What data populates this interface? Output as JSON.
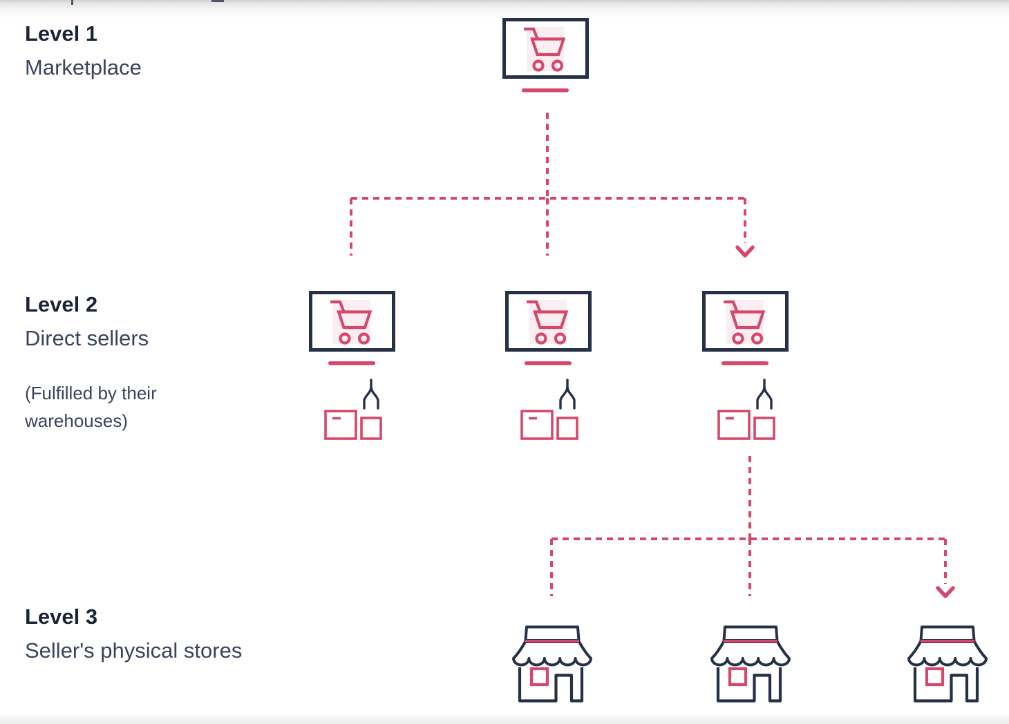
{
  "colors": {
    "pink": "#d5486c",
    "pink_light": "#fbeef2",
    "navy": "#263046",
    "text_dark": "#1b2437",
    "text_body": "#39445c"
  },
  "levels": [
    {
      "title": "Level 1",
      "subtitle": "Marketplace",
      "note": ""
    },
    {
      "title": "Level 2",
      "subtitle": "Direct sellers",
      "note": "(Fulfilled by their warehouses)"
    },
    {
      "title": "Level 3",
      "subtitle": "Seller's physical stores",
      "note": ""
    }
  ],
  "icons": {
    "marketplace": "monitor-cart-icon",
    "fulfillment": "claw-with-boxes-icon",
    "store": "storefront-icon"
  },
  "diagram": {
    "nodes": [
      {
        "id": "marketplace",
        "level": 1,
        "icon": "monitor-cart-icon"
      },
      {
        "id": "direct-seller-1",
        "level": 2,
        "icon": "monitor-cart-icon, claw-with-boxes-icon"
      },
      {
        "id": "direct-seller-2",
        "level": 2,
        "icon": "monitor-cart-icon, claw-with-boxes-icon"
      },
      {
        "id": "direct-seller-3",
        "level": 2,
        "icon": "monitor-cart-icon, claw-with-boxes-icon"
      },
      {
        "id": "store-1",
        "level": 3,
        "icon": "storefront-icon"
      },
      {
        "id": "store-2",
        "level": 3,
        "icon": "storefront-icon"
      },
      {
        "id": "store-3",
        "level": 3,
        "icon": "storefront-icon"
      }
    ],
    "connections": [
      {
        "from": "marketplace",
        "to": [
          "direct-seller-1",
          "direct-seller-2",
          "direct-seller-3"
        ],
        "style": "dashed",
        "arrowhead_on": "direct-seller-3"
      },
      {
        "from": "direct-seller-3",
        "to": [
          "store-1",
          "store-2",
          "store-3"
        ],
        "style": "dashed",
        "arrowhead_on": "store-3"
      }
    ]
  }
}
